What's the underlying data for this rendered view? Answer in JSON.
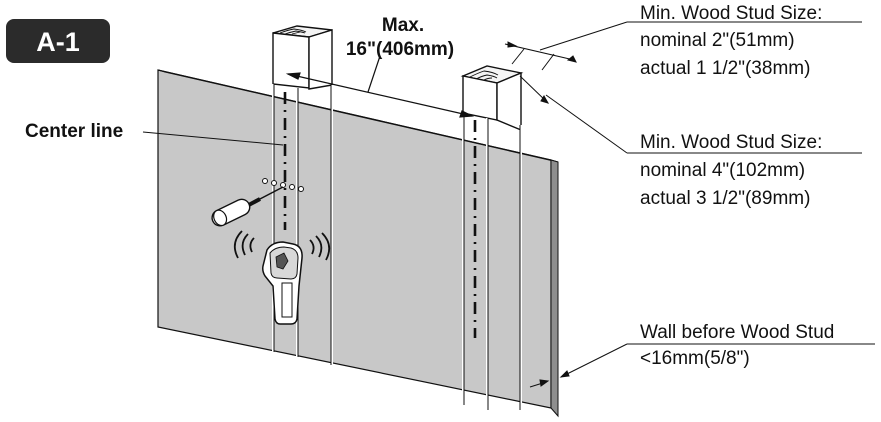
{
  "badge": "A-1",
  "dimension": {
    "line1": "Max.",
    "line2": "16\"(406mm)"
  },
  "center_line_label": "Center line",
  "small_stud": {
    "line1": "Min. Wood Stud Size:",
    "line2": "nominal 2\"(51mm)",
    "line3": "actual 1 1/2\"(38mm)"
  },
  "large_stud": {
    "line1": "Min. Wood Stud Size:",
    "line2": "nominal 4\"(102mm)",
    "line3": "actual 3 1/2\"(89mm)"
  },
  "wall_note": {
    "line1": "Wall before Wood Stud",
    "line2": "<16mm(5/8\")"
  },
  "colors": {
    "wall": "#c8c8c8",
    "wall_edge": "#8e8e8e",
    "badge_bg": "#2b2b2b",
    "ink": "#111111"
  },
  "icons": [
    "stud-finder-icon",
    "drill-icon",
    "signal-waves-icon",
    "wood-grain-icon"
  ]
}
